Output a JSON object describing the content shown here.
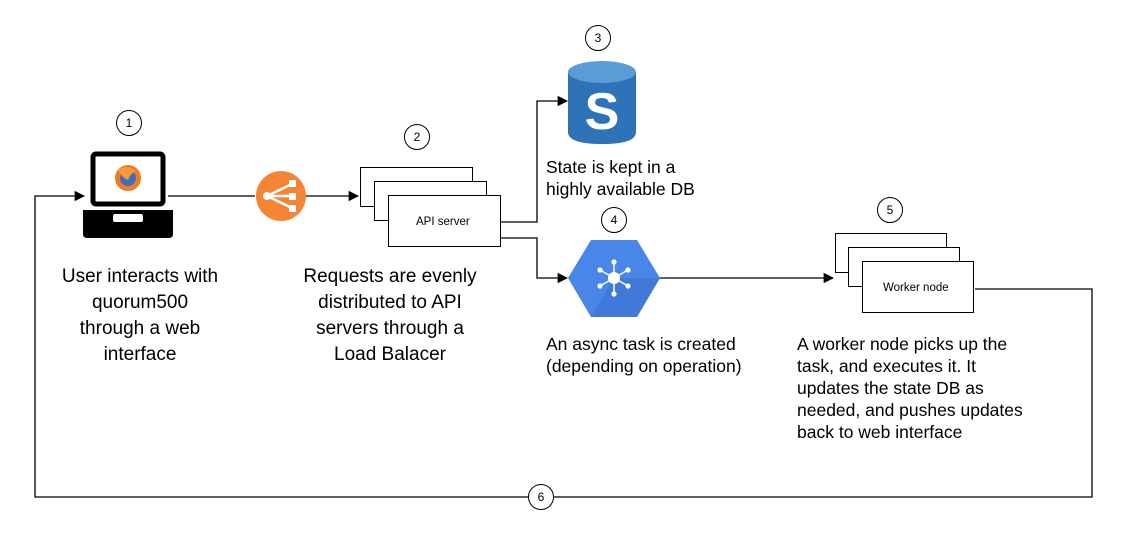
{
  "steps": [
    "1",
    "2",
    "3",
    "4",
    "5",
    "6"
  ],
  "nodes": {
    "api_server": "API server",
    "worker_node": "Worker node"
  },
  "captions": {
    "user": [
      "User interacts with",
      "quorum500",
      "through a web",
      "interface"
    ],
    "requests": [
      "Requests are evenly",
      "distributed to API",
      "servers through a",
      "Load Balacer"
    ],
    "state": [
      "State is kept in a",
      "highly available DB"
    ],
    "async": [
      "An async task is created",
      "(depending on operation)"
    ],
    "worker": [
      "A worker node picks up the",
      "task, and executes it. It",
      "updates the state DB as",
      "needed, and pushes updates",
      "back to web interface"
    ]
  },
  "icons": {
    "laptop": "laptop-browser-icon",
    "load_balancer": "load-balancer-icon",
    "database": "database-s-icon",
    "task_queue": "task-queue-hexagon-icon"
  },
  "colors": {
    "load_balancer": "#f58536",
    "database": "#2e73b8",
    "task_queue": "#4a86e8",
    "browser": "#f27a24"
  }
}
